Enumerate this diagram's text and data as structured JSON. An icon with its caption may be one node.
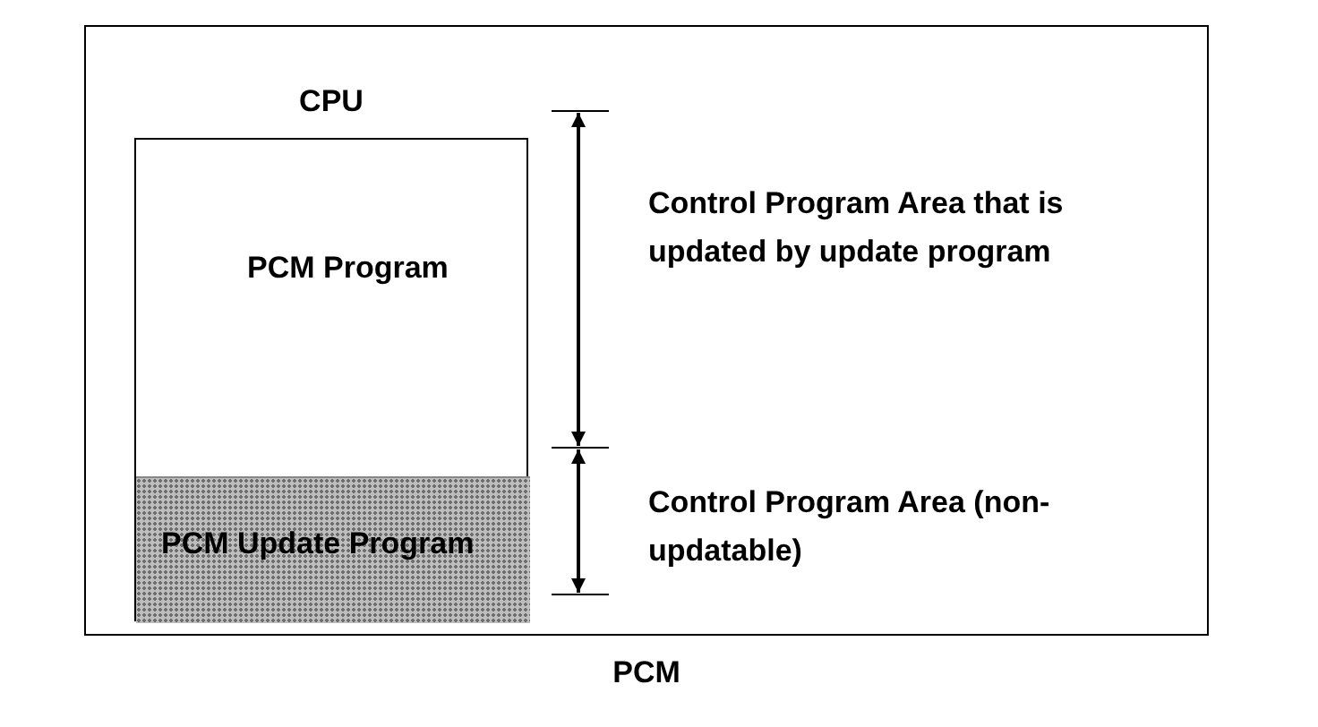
{
  "diagram": {
    "nodes": [
      {
        "text": [
          "PCM"
        ]
      },
      {
        "text": [
          "CPU"
        ],
        "in": 0
      },
      {
        "text": [
          "PCM Program"
        ],
        "in": 1
      },
      {
        "text": [
          "PCM Update Program"
        ],
        "in": 1
      }
    ],
    "labels": [
      "Control Program Area that is updated by update program",
      "Control Program Area (non-updatable)"
    ]
  }
}
